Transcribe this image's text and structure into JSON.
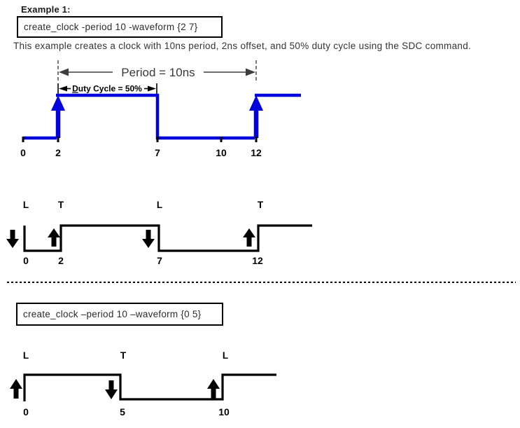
{
  "example1": {
    "heading": "Example 1:",
    "command": "create_clock -period 10 -waveform {2 7}",
    "description": "This example creates a clock with 10ns period, 2ns offset, and 50% duty cycle using the SDC command."
  },
  "example2": {
    "command": "create_clock –period 10 –waveform {0 5}"
  },
  "wave1": {
    "period_label": "Period = 10ns",
    "duty_label_d": "D",
    "duty_label_rest": "uty Cycle = 50%",
    "tick_labels": [
      "0",
      "2",
      "7",
      "10",
      "12"
    ]
  },
  "wave2": {
    "edge_letters": [
      "L",
      "T",
      "L",
      "T"
    ],
    "tick_labels": [
      "0",
      "2",
      "7",
      "12"
    ]
  },
  "wave3": {
    "edge_letters": [
      "L",
      "T",
      "L"
    ],
    "tick_labels": [
      "0",
      "5",
      "10"
    ]
  },
  "colors": {
    "clock_blue": "#0000dd",
    "ink_black": "#000000",
    "annotation_gray": "#3a3a3a"
  },
  "chart_data": [
    {
      "type": "waveform",
      "name": "sdc-clock-waveform-example1",
      "color": "#0000dd",
      "time_ticks": [
        0,
        2,
        7,
        10,
        12
      ],
      "initial_level": "low",
      "edges": [
        {
          "t": 2,
          "type": "rise",
          "marker": "blue-up-arrow"
        },
        {
          "t": 7,
          "type": "fall"
        },
        {
          "t": 12,
          "type": "rise",
          "marker": "blue-up-arrow"
        }
      ],
      "annotations": [
        {
          "label": "Period = 10ns",
          "from_t": 2,
          "to_t": 12
        },
        {
          "label": "Duty Cycle = 50%",
          "from_t": 2,
          "to_t": 7
        }
      ]
    },
    {
      "type": "waveform",
      "name": "launch-capture-edges-example1",
      "color": "#000000",
      "time_ticks": [
        0,
        2,
        7,
        12
      ],
      "initial_level": "high",
      "edges": [
        {
          "t": 0,
          "type": "fall",
          "letter": "L",
          "marker": "down-arrow"
        },
        {
          "t": 2,
          "type": "rise",
          "letter": "T",
          "marker": "up-arrow"
        },
        {
          "t": 7,
          "type": "fall",
          "letter": "L",
          "marker": "down-arrow"
        },
        {
          "t": 12,
          "type": "rise",
          "letter": "T",
          "marker": "up-arrow"
        }
      ]
    },
    {
      "type": "waveform",
      "name": "launch-capture-edges-example2",
      "color": "#000000",
      "time_ticks": [
        0,
        5,
        10
      ],
      "initial_level": "low",
      "edges": [
        {
          "t": 0,
          "type": "rise",
          "letter": "L",
          "marker": "up-arrow"
        },
        {
          "t": 5,
          "type": "fall",
          "letter": "T",
          "marker": "down-arrow"
        },
        {
          "t": 10,
          "type": "rise",
          "letter": "L",
          "marker": "up-arrow"
        }
      ]
    }
  ]
}
